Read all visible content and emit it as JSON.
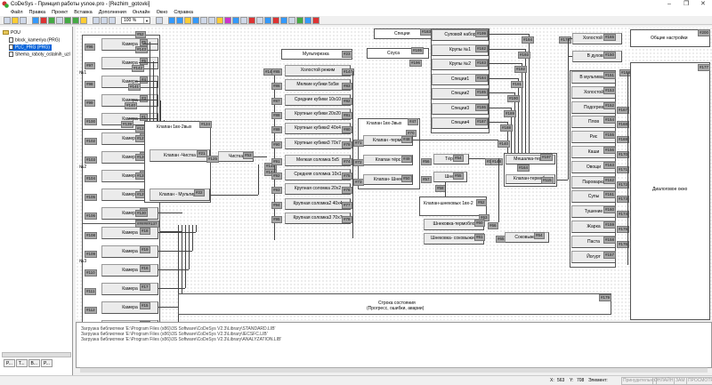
{
  "window": {
    "title": "CoDeSys - Принцип работы ysnoe.pro - [Rezhim_gotovki]",
    "controls": {
      "minimize": "–",
      "restore": "❐",
      "close": "✕"
    }
  },
  "menu": [
    "Файл",
    "Правка",
    "Проект",
    "Вставка",
    "Дополнения",
    "Онлайн",
    "Окно",
    "Справка"
  ],
  "toolbar": {
    "zoom": "100 %"
  },
  "pou_tree": {
    "root": "POU",
    "items": [
      {
        "label": "block_kameriya (PRG)",
        "selected": false
      },
      {
        "label": "PLC_PRG (PRG)",
        "selected": true
      },
      {
        "label": "Shema_raboty_ostalnih_uzl",
        "selected": false
      }
    ],
    "tabs": [
      "P...",
      "T...",
      "B...",
      "P..."
    ]
  },
  "diagram": {
    "group1": {
      "label": "№1",
      "tag": "#52",
      "inner_tag": "#5",
      "rows": [
        {
          "in": "#96",
          "label": "Камера",
          "out": "#5",
          "wire": "#143"
        },
        {
          "in": "#97",
          "label": "Камера",
          "out": "#5",
          "wire": "#142"
        },
        {
          "in": "#98",
          "label": "Камера",
          "out": "#4",
          "wire": "#141"
        },
        {
          "in": "#99",
          "label": "Камера",
          "out": "#3",
          "wire": "#140"
        },
        {
          "in": "#100",
          "label": "Камера",
          "out": "#1",
          "wire": "#139"
        },
        {
          "in": "#101",
          "label": "Камера",
          "out": "#0",
          "wire": "#138"
        }
      ]
    },
    "group2": {
      "label": "№2",
      "tag": "#122",
      "inner_tag": "#1",
      "rows": [
        {
          "in": "#102",
          "label": "Камера",
          "out": "#9",
          "wire": "#127"
        },
        {
          "in": "#103",
          "label": "Камера",
          "out": "#12",
          "wire": "#126"
        },
        {
          "in": "#104",
          "label": "Камера",
          "out": "#11",
          "wire": "#128"
        },
        {
          "in": "#105",
          "label": "Камера",
          "out": "#10",
          "wire": "#129"
        },
        {
          "in": "#106",
          "label": "Камера",
          "out": "#8",
          "wire": "#130"
        },
        {
          "in": "#107",
          "label": "Камера",
          "out": "#7",
          "wire": "#131"
        }
      ]
    },
    "group3": {
      "label": "№3",
      "tag": "#123",
      "bus": "######137",
      "rows": [
        {
          "in": "#108",
          "label": "Камера",
          "out": "#18"
        },
        {
          "in": "#109",
          "label": "Камера",
          "out": "#19"
        },
        {
          "in": "#110",
          "label": "Камера",
          "out": "#16"
        },
        {
          "in": "#111",
          "label": "Камера",
          "out": "#17"
        },
        {
          "in": "#112",
          "label": "Камера",
          "out": "#15"
        },
        {
          "in": "#113",
          "label": "Камера",
          "out": "#14"
        }
      ]
    },
    "valve12": {
      "title": "Клапан 1вх-2вых",
      "tag": "#124",
      "clean": "Клапан -Чистка",
      "clean_tag": "#21",
      "clean_out": "#125",
      "multi": "Клапан - Мультирез",
      "multi_tag": "#22"
    },
    "clean_node": {
      "label": "Чистка",
      "tag": "#53"
    },
    "multirez": {
      "label": "Мультирезка",
      "tag": "#23"
    },
    "cuts": {
      "bus_in": "#145",
      "bus_in2": "#144",
      "rows": [
        {
          "in": "#85",
          "label": "Холостой режим",
          "out": "#147"
        },
        {
          "in": "#86",
          "label": "Мелкие кубики 5х5м",
          "out": "#83"
        },
        {
          "in": "#87",
          "label": "Средние кубики 10х10",
          "out": "#82"
        },
        {
          "in": "#88",
          "label": "Крупные кубики 20х20",
          "out": "#81"
        },
        {
          "in": "#89",
          "label": "Крупные кубики2 40х4",
          "out": "#80"
        },
        {
          "in": "#90",
          "label": "Крупные кубики3 70х7",
          "out": "#79"
        },
        {
          "in": "#91",
          "label": "Мелкая соломка 5х5",
          "out": "#74"
        },
        {
          "in": "#92",
          "label": "Средняя соломка 10х1",
          "out": "#75"
        },
        {
          "in": "#93",
          "label": "Крупная соломка 20х2",
          "out": "#76"
        },
        {
          "in": "#94",
          "label": "Крупная соломка2 40х4",
          "out": "#77"
        },
        {
          "in": "#95",
          "label": "Крупная соломка3 70х7",
          "out": "#78"
        }
      ]
    },
    "valve13": {
      "title": "Клапан 1вх-3вых",
      "tag": "#47",
      "tag2": "#70",
      "rows": [
        {
          "in": "#71",
          "label": "Клапан -термо",
          "out": "#48"
        },
        {
          "in": "#72",
          "label": "Клапан тёрс",
          "out": "#49"
        },
        {
          "in": "#73",
          "label": "Клапан- Шнек",
          "out": "#50"
        }
      ]
    },
    "spices": {
      "label": "Специи",
      "tag": "#183"
    },
    "sauce": {
      "label": "Соуса",
      "tag": "#195",
      "out": "#196"
    },
    "soup": {
      "rows": [
        {
          "label": "Суповой набор",
          "tag": "#199",
          "wire": "#194"
        },
        {
          "label": "Крупы №1",
          "tag": "#182",
          "wire": "#193"
        },
        {
          "label": "Крупы №2",
          "tag": "#183",
          "wire": "#192"
        },
        {
          "label": "Специи1",
          "tag": "#184",
          "wire": "#191"
        },
        {
          "label": "Специи2",
          "tag": "#185",
          "wire": "#190"
        },
        {
          "label": "Специи3",
          "tag": "#186",
          "wire": "#189"
        },
        {
          "label": "Специи4",
          "tag": "#187",
          "wire": "#188"
        }
      ]
    },
    "grater": {
      "in": "#56",
      "label": "Тёрка",
      "tag": "#54",
      "out": "#1",
      "out2": "#148"
    },
    "auger": {
      "in": "#57",
      "label": "Шнек",
      "tag": "#55",
      "down": "#58"
    },
    "auger_valve": {
      "label": "Клапан-шнековых 1вх-2",
      "tag": "#62",
      "tag2": "#63",
      "rows": [
        {
          "label": "Шнековка-термобло",
          "tag": "#60",
          "wire": "#66"
        },
        {
          "label": "Шнековка- соковыжим",
          "tag": "#61"
        }
      ]
    },
    "juicer": {
      "in": "#65",
      "label": "Соковыжим",
      "tag": "#64"
    },
    "wire140": "#140",
    "mixer": {
      "label": "Мешалка-термо",
      "tag": "#197",
      "mid": "#164",
      "valve": "Клапан-термобл",
      "valve_tag": "#115"
    },
    "modes": {
      "left_tag": "#178",
      "top": [
        {
          "label": "Холостой реж",
          "tag": "#165"
        },
        {
          "label": "В духовку",
          "tag": "#150"
        }
      ],
      "tag198": "#198",
      "rows": [
        {
          "label": "В мультиварк",
          "tag": "#151",
          "wire": ""
        },
        {
          "label": "Холостой",
          "tag": "#153",
          "wire": ""
        },
        {
          "label": "Подогрев",
          "tag": "#152",
          "wire": "#167"
        },
        {
          "label": "Плов",
          "tag": "#154",
          "wire": "#168"
        },
        {
          "label": "Рис",
          "tag": "#155",
          "wire": "#169"
        },
        {
          "label": "Каши",
          "tag": "#156",
          "wire": "#170"
        },
        {
          "label": "Овощи",
          "tag": "#163",
          "wire": "#171"
        },
        {
          "label": "Пароварка",
          "tag": "#162",
          "wire": "#172"
        },
        {
          "label": "Супы",
          "tag": "#161",
          "wire": "#173"
        },
        {
          "label": "Тушение",
          "tag": "#160",
          "wire": "#174"
        },
        {
          "label": "Жарка",
          "tag": "#159",
          "wire": "#175"
        },
        {
          "label": "Паста",
          "tag": "#158",
          "wire": "#176"
        },
        {
          "label": "Йогурт",
          "tag": "#157",
          "wire": ""
        }
      ]
    },
    "settings": {
      "label": "Общие настройки",
      "tag": "#200"
    },
    "dialog": {
      "label": "Диалоговое окно",
      "tag": "#177"
    },
    "statusline": {
      "line1": "Строка состояния",
      "line2": "(Прогресс, ошибки, аварии)",
      "tag": "#179"
    }
  },
  "messages": [
    "Загрузка библиотеки 'E:\\Program Files (x86)\\3S Software\\CoDeSys V2.3\\Library\\STANDARD.LIB'",
    "Загрузка библиотеки 'E:\\Program Files (x86)\\3S Software\\CoDeSys V2.3\\Library\\IECSFC.LIB'",
    "Загрузка библиотеки 'E:\\Program Files (x86)\\3S Software\\CoDeSys V2.3\\Library\\ANALYZATION.LIB'"
  ],
  "status": {
    "x_label": "X:",
    "x": "563",
    "y_label": "Y:",
    "y": "708",
    "elem": "Элемент:",
    "flags": [
      "Принудительно",
      "ОНЛАЙН",
      "ЗАМ",
      "ПРОСМОТР"
    ]
  }
}
